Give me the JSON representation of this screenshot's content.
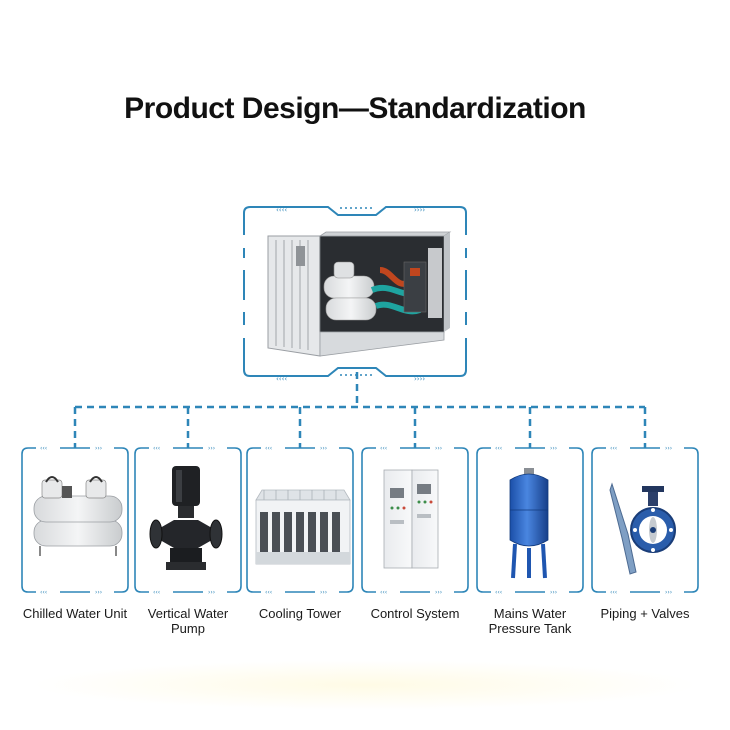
{
  "title": "Product Design—Standardization",
  "colors": {
    "frame": "#2e86b8",
    "connector": "#2e86b8"
  },
  "center": {
    "name": "container-unit",
    "icon": "container-icon"
  },
  "components": [
    {
      "label": "Chilled Water Unit",
      "icon": "chiller-icon"
    },
    {
      "label": "Vertical Water Pump",
      "icon": "pump-icon"
    },
    {
      "label": "Cooling Tower",
      "icon": "cooling-tower-icon"
    },
    {
      "label": "Control System",
      "icon": "control-cabinet-icon"
    },
    {
      "label": "Mains Water\nPressure Tank",
      "icon": "pressure-tank-icon"
    },
    {
      "label": "Piping + Valves",
      "icon": "pipe-valve-icon"
    }
  ]
}
